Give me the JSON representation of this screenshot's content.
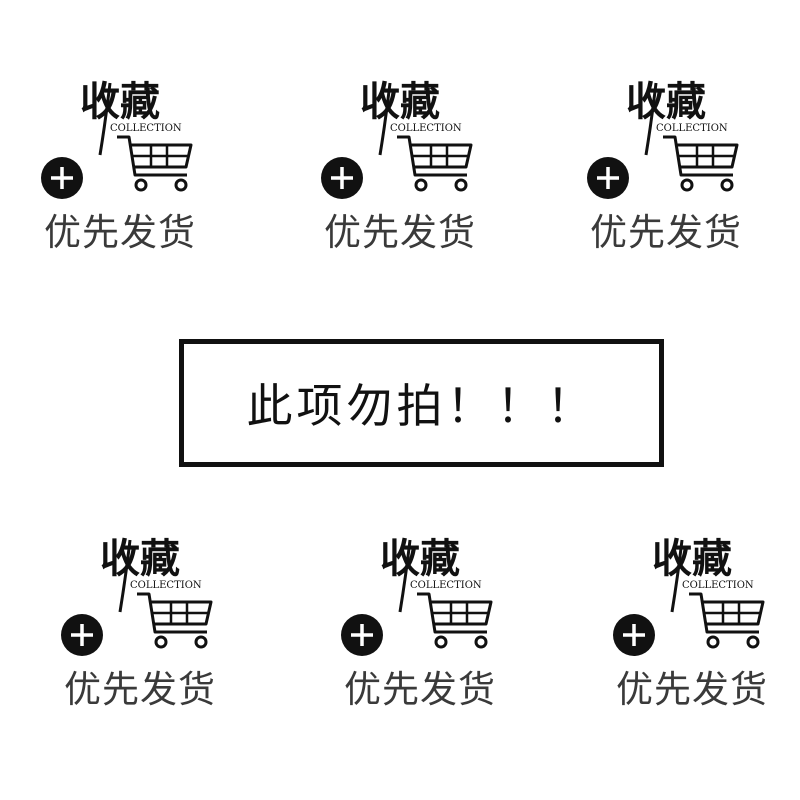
{
  "badge": {
    "logo_cn": "收藏",
    "logo_en": "COLLECTION",
    "caption": "优先发货",
    "icons": [
      "plus-circle-icon",
      "shopping-cart-icon"
    ]
  },
  "notice": {
    "text": "此项勿拍！！！"
  },
  "colors": {
    "ink": "#111111",
    "caption_text": "#3a3a3a",
    "background": "#ffffff"
  }
}
